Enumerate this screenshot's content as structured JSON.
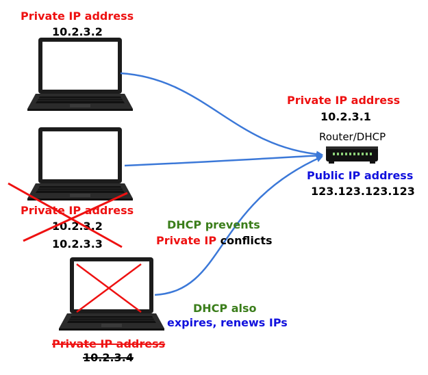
{
  "laptop1": {
    "label": "Private IP address",
    "ip": "10.2.3.2"
  },
  "laptop2": {
    "label": "Private IP address",
    "ip": "10.2.3.2",
    "ip_new": "10.2.3.3"
  },
  "laptop3": {
    "label": "Private IP address",
    "ip": "10.2.3.4"
  },
  "router": {
    "private_label": "Private IP address",
    "private_ip": "10.2.3.1",
    "name": "Router/DHCP",
    "public_label": "Public IP address",
    "public_ip": "123.123.123.123"
  },
  "note_conflicts": {
    "line1": "DHCP prevents",
    "line2_red": "Private IP",
    "line2_black": " conflicts"
  },
  "note_expires": {
    "line1": "DHCP also",
    "line2": "expires, renews IPs"
  },
  "colors": {
    "red": "#ee1111",
    "blue": "#1111dd",
    "green": "#3a7d1a",
    "arrow": "#3b78d8"
  },
  "icons": [
    "laptop-icon",
    "router-icon",
    "cross-out-icon"
  ]
}
